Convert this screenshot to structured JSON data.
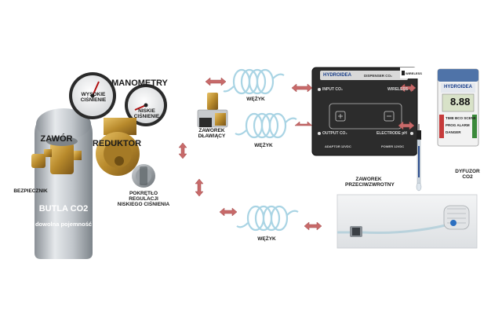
{
  "labels": {
    "manometry": "MANOMETRY",
    "wysokie_cisnienie": "WYSOKIE CIŚNIENIE",
    "niskie_cisnienie": "NISKIE CIŚNIENIE",
    "zawor": "ZAWÓR",
    "reduktor": "REDUKTOR",
    "bezpiecznik": "BEZPIECZNIK",
    "butla": "BUTLA CO2",
    "pojemnosc": "dowolna pojemność",
    "pokretlo": "POKRĘTŁO REGULACJI NISKIEGO CIŚNIENIA",
    "zaworek_dlawiacy": "ZAWOREK DŁAWIĄCY",
    "wezyk_1": "WĘŻYK",
    "wezyk_2": "WĘŻYK",
    "wezyk_3": "WĘŻYK",
    "zaworek_przeciwzwrotny": "ZAWOREK PRZECIWZWROTNY",
    "dyfuzor": "DYFUZOR CO2"
  },
  "dispenser": {
    "brand": "HYDROIDEA",
    "model": "DISPENSER CO₂",
    "wireless_badge": "WIRELESS",
    "input": "INPUT CO₂",
    "wireless": "WIRELESS",
    "output": "OUTPUT CO₂",
    "electrode": "ELECTRODE pH",
    "adaptor": "ADAPTOR 12VDC",
    "power": "POWER 12VDC"
  },
  "controller": {
    "brand": "HYDROIDEA",
    "reading": "8.88",
    "row1": "TIME BCO SCENE",
    "row2": "PROG ALARM",
    "row3": "DANGER"
  },
  "colors": {
    "arrow": "#c86a6a",
    "dispenser_body": "#2c2c2c",
    "cylinder": "#c4c8cc",
    "brass": "#c99a3a"
  }
}
